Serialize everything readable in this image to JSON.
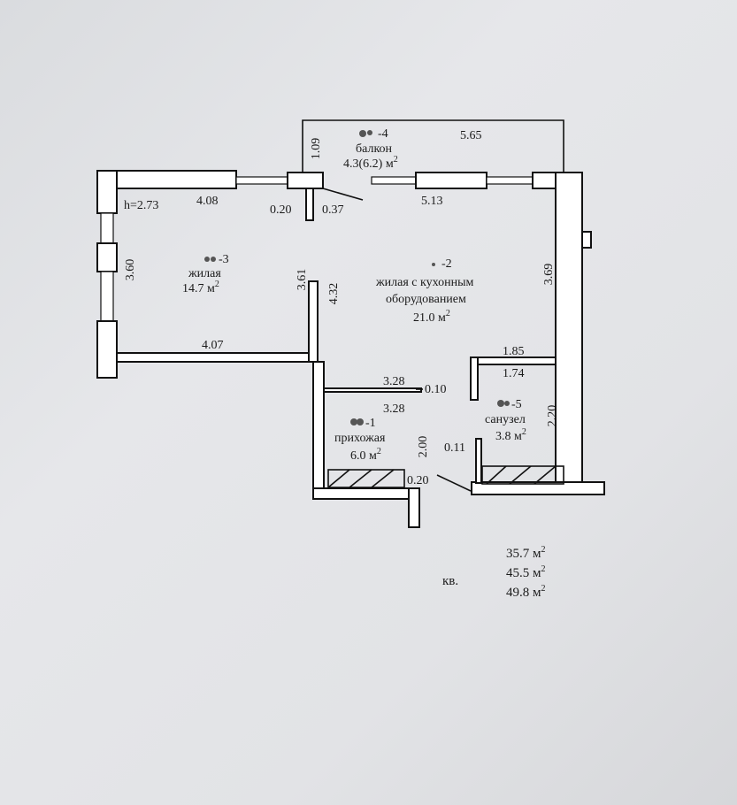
{
  "rooms": {
    "balcony": {
      "num": "-4",
      "name": "балкон",
      "area": "4.3(6.2) м",
      "sup": "2"
    },
    "living": {
      "num": "-3",
      "name": "жилая",
      "area": "14.7 м",
      "sup": "2"
    },
    "kitchen": {
      "num": "-2",
      "name1": "жилая с кухонным",
      "name2": "оборудованием",
      "area": "21.0 м",
      "sup": "2"
    },
    "hall": {
      "num": "-1",
      "name": "прихожая",
      "area": "6.0 м",
      "sup": "2"
    },
    "bath": {
      "num": "-5",
      "name": "санузел",
      "area": "3.8 м",
      "sup": "2"
    }
  },
  "dims": {
    "h": "h=2.73",
    "d408": "4.08",
    "d360": "3.60",
    "d407": "4.07",
    "d361": "3.61",
    "d432": "4.32",
    "d020a": "0.20",
    "d037": "0.37",
    "d109": "1.09",
    "d565": "5.65",
    "d513": "5.13",
    "d369": "3.69",
    "d185": "1.85",
    "d174": "1.74",
    "d328a": "3.28",
    "d010": "0.10",
    "d328b": "3.28",
    "d220": "2.20",
    "d200": "2.00",
    "d011": "0.11",
    "d020b": "0.20"
  },
  "totals": {
    "kv": "кв.",
    "t1": "35.7 м",
    "t2": "45.5 м",
    "t3": "49.8 м",
    "sup": "2"
  }
}
